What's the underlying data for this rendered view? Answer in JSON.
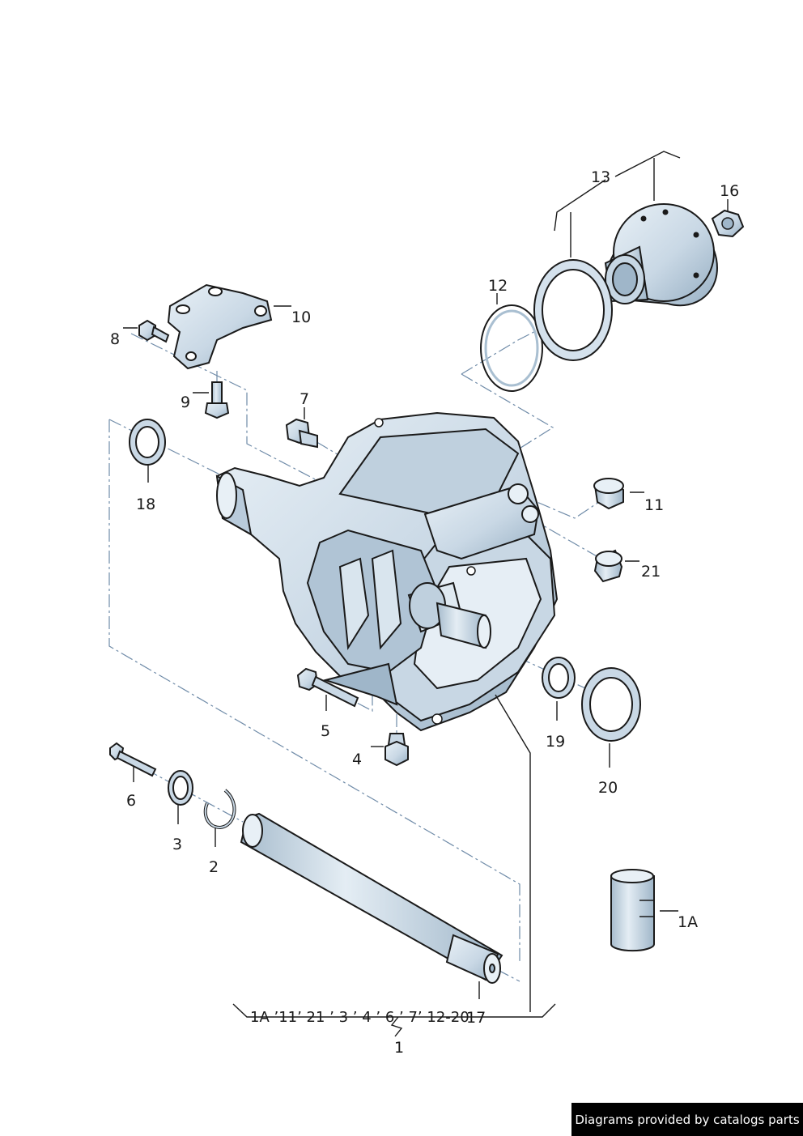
{
  "labels": {
    "p1": "1",
    "p1a": "1A",
    "p2": "2",
    "p3": "3",
    "p4": "4",
    "p5": "5",
    "p6": "6",
    "p7": "7",
    "p8": "8",
    "p9": "9",
    "p10": "10",
    "p11": "11",
    "p12": "12",
    "p13": "13",
    "p16": "16",
    "p17": "17",
    "p18": "18",
    "p19": "19",
    "p20": "20",
    "p21": "21"
  },
  "kit_contents": "1A ’11’ 21 ’ 3 ’ 4 ’ 6 ’ 7’ 12-20",
  "footer": "Diagrams provided by catalogs parts",
  "colors": {
    "part_fill": "#d4e1ec",
    "part_shade": "#a9bfd1",
    "axis": "#6f8ba8",
    "outline": "#1a1a1a"
  }
}
